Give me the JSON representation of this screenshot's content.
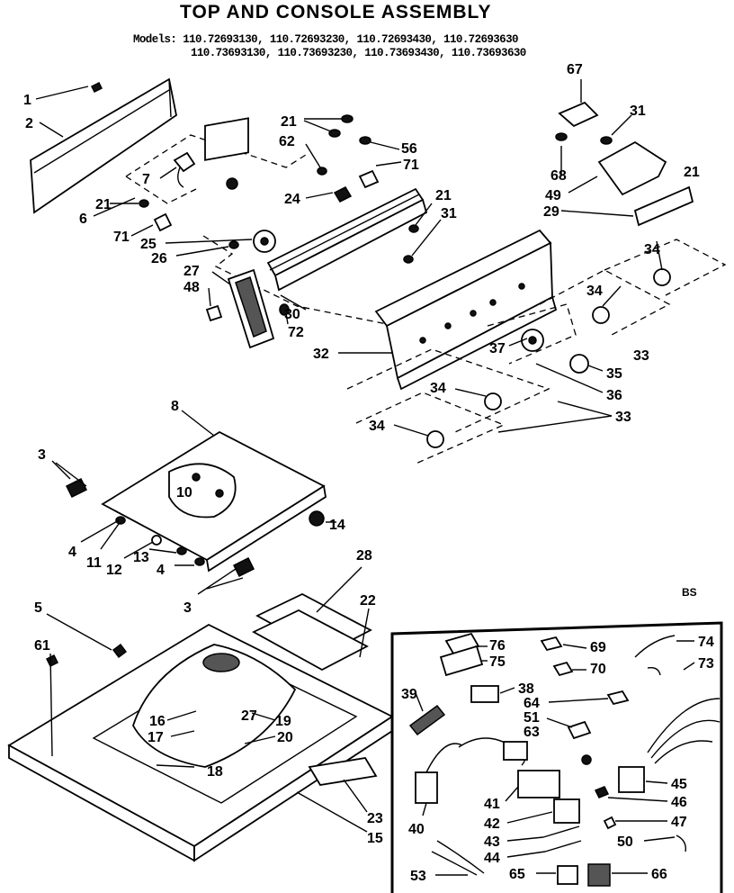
{
  "header": {
    "title": "TOP AND CONSOLE ASSEMBLY",
    "models_line1": "Models: 110.72693130, 110.72693230, 110.72693430, 110.72693630",
    "models_line2": "110.73693130, 110.73693230, 110.73693430, 110.73693630"
  },
  "code": "BS",
  "labels": {
    "p1": "1",
    "p2": "2",
    "p3a": "3",
    "p3b": "3",
    "p4a": "4",
    "p4b": "4",
    "p5": "5",
    "p6": "6",
    "p7": "7",
    "p8": "8",
    "p10": "10",
    "p11": "11",
    "p12": "12",
    "p13": "13",
    "p14": "14",
    "p15": "15",
    "p16": "16",
    "p17": "17",
    "p18": "18",
    "p19": "19",
    "p20": "20",
    "p21a": "21",
    "p21b": "21",
    "p21c": "21",
    "p21d": "21",
    "p22": "22",
    "p23": "23",
    "p24": "24",
    "p25": "25",
    "p26": "26",
    "p27": "27",
    "p27b": "27",
    "p28": "28",
    "p29": "29",
    "p30": "30",
    "p31a": "31",
    "p31b": "31",
    "p32": "32",
    "p33a": "33",
    "p33b": "33",
    "p34a": "34",
    "p34b": "34",
    "p34c": "34",
    "p34d": "34",
    "p35": "35",
    "p36": "36",
    "p37": "37",
    "p38": "38",
    "p39": "39",
    "p40": "40",
    "p41": "41",
    "p42": "42",
    "p43": "43",
    "p44": "44",
    "p45": "45",
    "p46": "46",
    "p47": "47",
    "p48": "48",
    "p49": "49",
    "p50": "50",
    "p51": "51",
    "p53": "53",
    "p56": "56",
    "p61": "61",
    "p62": "62",
    "p63": "63",
    "p64": "64",
    "p65": "65",
    "p66": "66",
    "p67": "67",
    "p68": "68",
    "p69": "69",
    "p70": "70",
    "p71a": "71",
    "p71b": "71",
    "p72": "72",
    "p73": "73",
    "p74": "74",
    "p75": "75",
    "p76": "76"
  }
}
